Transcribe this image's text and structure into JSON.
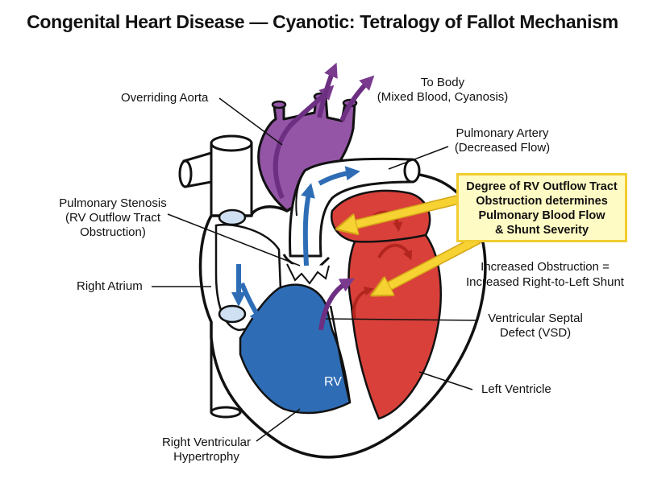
{
  "title": "Congenital Heart Disease — Cyanotic: Tetralogy of Fallot Mechanism",
  "labels": {
    "to_body": [
      "To Body",
      "(Mixed Blood, Cyanosis)"
    ],
    "overriding_aorta": "Overriding Aorta",
    "pulmonary_artery": [
      "Pulmonary Artery",
      "(Decreased Flow)"
    ],
    "pulmonary_stenosis": [
      "Pulmonary Stenosis",
      "(RV Outflow Tract",
      "Obstruction)"
    ],
    "right_atrium": "Right Atrium",
    "vsd": [
      "Ventricular Septal",
      "Defect (VSD)"
    ],
    "left_ventricle": "Left Ventricle",
    "rv": "RV",
    "rvh": [
      "Right Ventricular",
      "Hypertrophy"
    ]
  },
  "callout": [
    "Degree of RV Outflow Tract",
    "Obstruction determines",
    "Pulmonary Blood Flow",
    "& Shunt Severity"
  ],
  "note": [
    "Increased Obstruction =",
    "Increased Right-to-Left Shunt"
  ],
  "colors": {
    "deoxygenated": "#2e6db5",
    "oxygenated": "#d9403a",
    "mixed": "#9455a6",
    "callout_fill": "#fffbc4",
    "callout_border": "#f2cc30"
  }
}
